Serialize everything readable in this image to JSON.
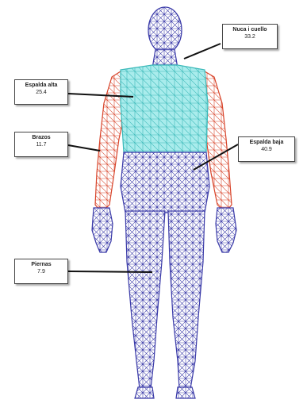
{
  "colors": {
    "mesh_blue": "#3a3aa8",
    "arms_red": "#d8442a",
    "torso_cyan": "#67d9d9"
  },
  "labels": [
    {
      "id": "neck",
      "name": "Nuca i cuello",
      "value": "33.2"
    },
    {
      "id": "upper_back",
      "name": "Espalda alta",
      "value": "25.4"
    },
    {
      "id": "arms",
      "name": "Brazos",
      "value": "11.7"
    },
    {
      "id": "lower_back",
      "name": "Espalda baja",
      "value": "40.9"
    },
    {
      "id": "legs",
      "name": "Piernas",
      "value": "7.9"
    }
  ]
}
